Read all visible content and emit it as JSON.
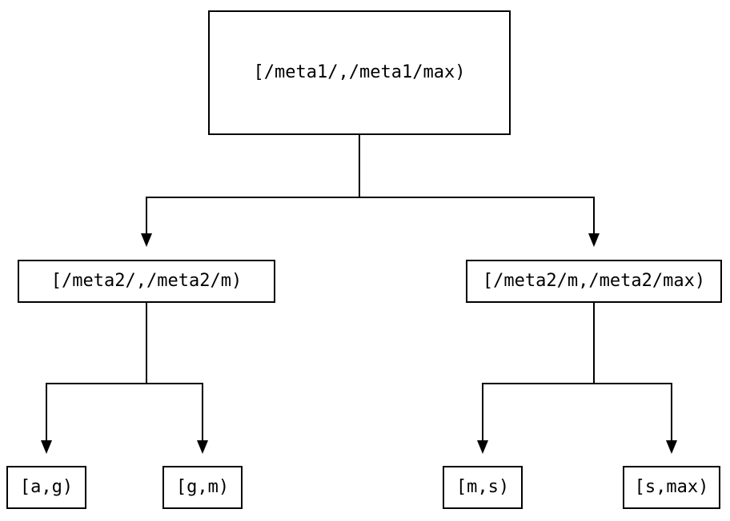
{
  "diagram": {
    "type": "binary-interval-tree",
    "colors": {
      "background": "#ffffff",
      "line": "#000000",
      "text": "#000000"
    },
    "root": {
      "label": "[/meta1/,/meta1/max)"
    },
    "children": [
      {
        "label": "[/meta2/,/meta2/m)"
      },
      {
        "label": "[/meta2/m,/meta2/max)"
      }
    ],
    "leaves": [
      {
        "label": "[a,g)"
      },
      {
        "label": "[g,m)"
      },
      {
        "label": "[m,s)"
      },
      {
        "label": "[s,max)"
      }
    ]
  }
}
